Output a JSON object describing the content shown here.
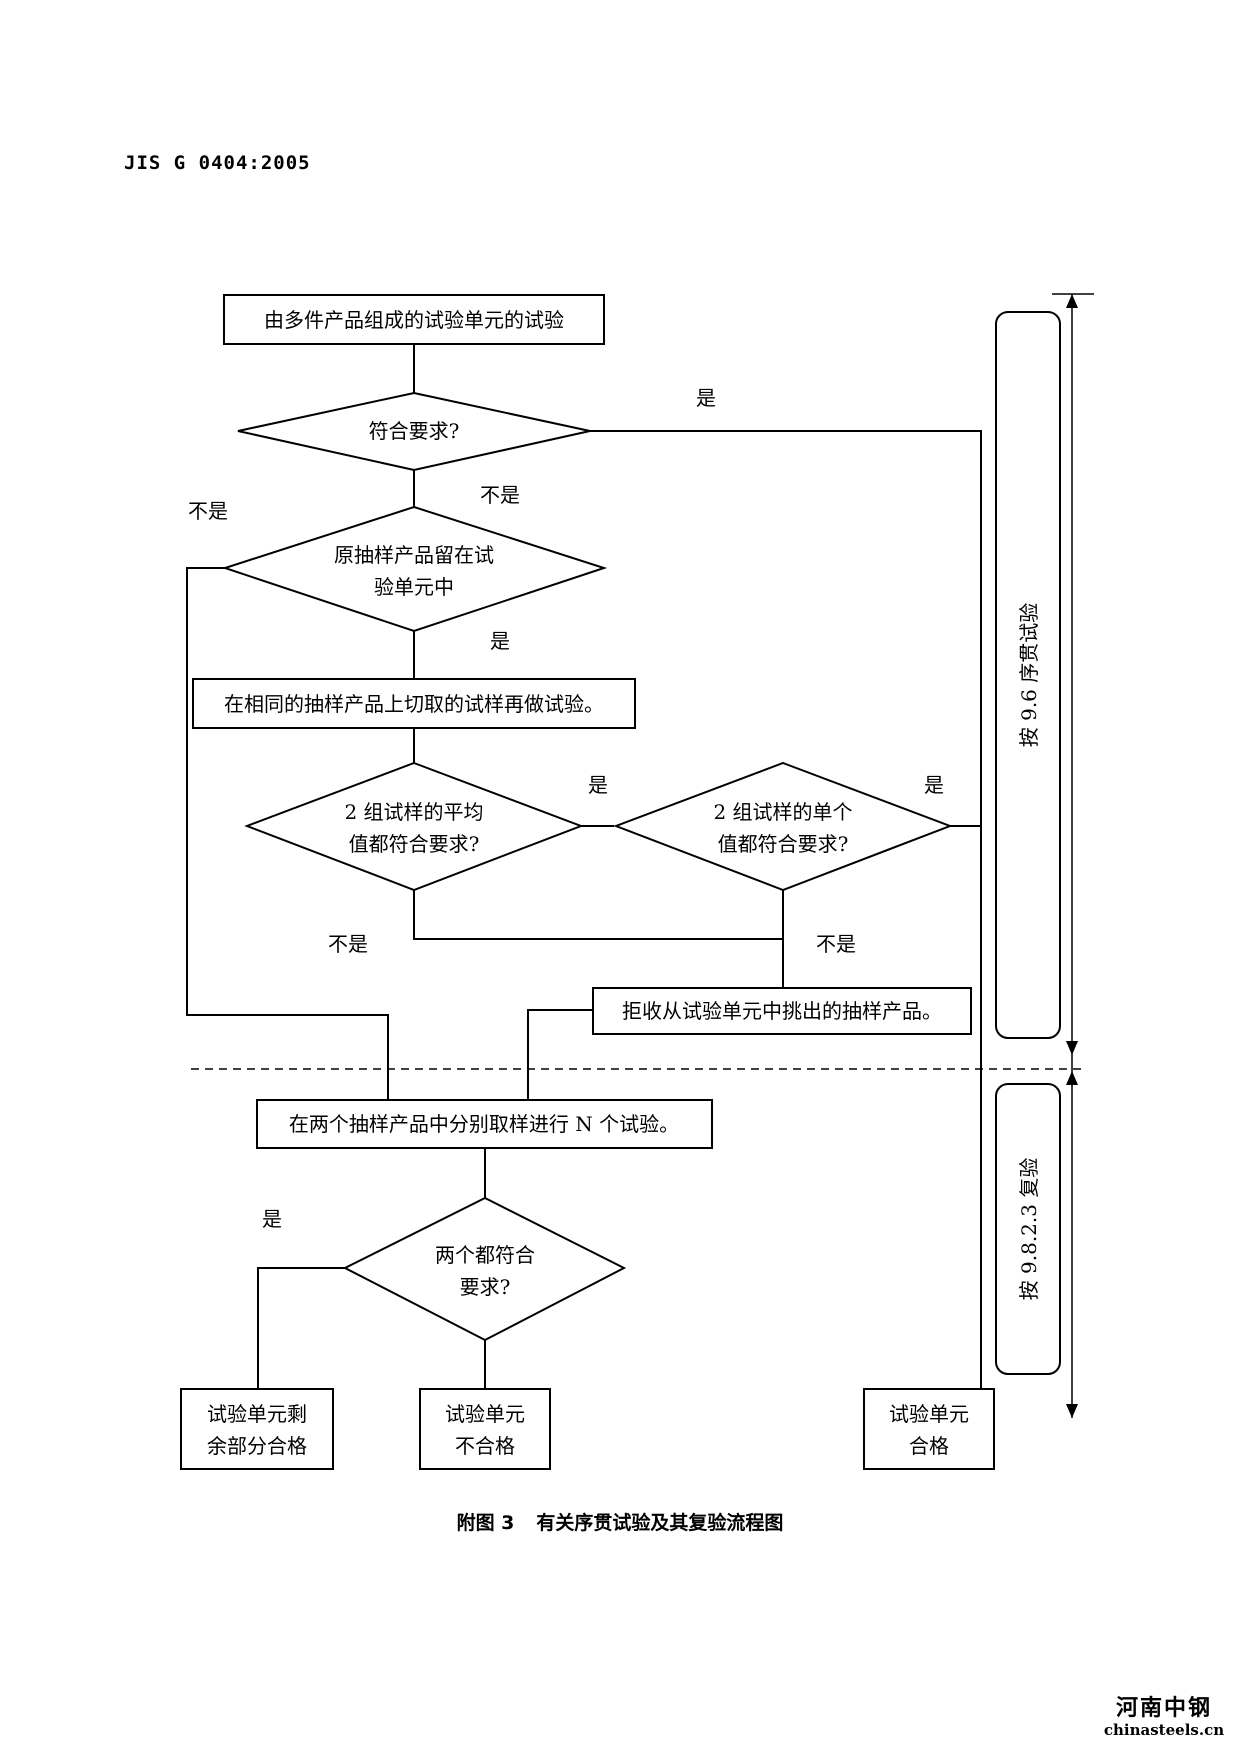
{
  "header": {
    "standard_code": "JIS G 0404:2005"
  },
  "flowchart": {
    "start_box": "由多件产品组成的试验单元的试验",
    "decision_meets": "符合要求?",
    "decision_original_sample_line1": "原抽样产品留在试",
    "decision_original_sample_line2": "验单元中",
    "retest_box": "在相同的抽样产品上切取的试样再做试验。",
    "decision_average_line1": "2 组试样的平均",
    "decision_average_line2": "值都符合要求?",
    "decision_individual_line1": "2 组试样的单个",
    "decision_individual_line2": "值都符合要求?",
    "reject_box": "拒收从试验单元中挑出的抽样产品。",
    "n_tests_box": "在两个抽样产品中分别取样进行 N 个试验。",
    "decision_both_line1": "两个都符合",
    "decision_both_line2": "要求?",
    "result_remaining_line1": "试验单元剩",
    "result_remaining_line2": "余部分合格",
    "result_fail_line1": "试验单元",
    "result_fail_line2": "不合格",
    "result_pass_line1": "试验单元",
    "result_pass_line2": "合格",
    "yes": "是",
    "no": "不是",
    "side_label_sequential": "按 9.6 序贯试验",
    "side_label_retest": "按 9.8.2.3 复验"
  },
  "caption": {
    "figure_no": "附图 3",
    "title": "有关序贯试验及其复验流程图"
  },
  "watermark": {
    "logo_text": "河南中钢",
    "site": "chinasteels.cn"
  }
}
